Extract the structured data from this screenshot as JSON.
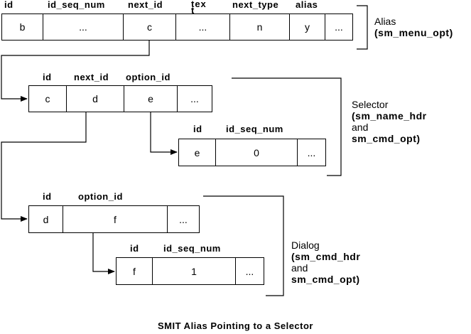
{
  "alias": {
    "headers": [
      "id",
      "id_seq_num",
      "next_id",
      "tex t",
      "next_type",
      "alias"
    ],
    "cells": [
      "b",
      "...",
      "c",
      "...",
      "n",
      "y",
      "..."
    ],
    "label_line1": "Alias",
    "label_line2": "(sm_menu_opt)"
  },
  "selector": {
    "headers": [
      "id",
      "next_id",
      "option_id"
    ],
    "cells": [
      "c",
      "d",
      "e",
      "..."
    ],
    "label_line1": "Selector",
    "label_line2": "(sm_name_hdr",
    "label_line3": "and",
    "label_line4": "sm_cmd_opt)"
  },
  "selector_option": {
    "headers": [
      "id",
      "id_seq_num"
    ],
    "cells": [
      "e",
      "0",
      "..."
    ]
  },
  "dialog": {
    "headers": [
      "id",
      "option_id"
    ],
    "cells": [
      "d",
      "f",
      "..."
    ],
    "label_line1": "Dialog",
    "label_line2": "(sm_cmd_hdr",
    "label_line3": "and",
    "label_line4": "sm_cmd_opt)"
  },
  "dialog_option": {
    "headers": [
      "id",
      "id_seq_num"
    ],
    "cells": [
      "f",
      "1",
      "..."
    ]
  },
  "caption": "SMIT Alias Pointing to a Selector"
}
